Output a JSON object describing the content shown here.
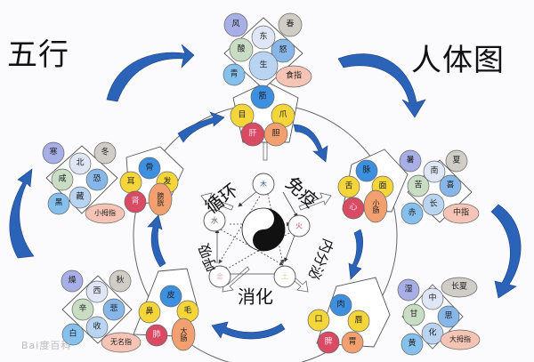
{
  "titles": {
    "left": "五行",
    "right": "人体图"
  },
  "center": {
    "elements": {
      "top": "木",
      "left": "水",
      "right": "火",
      "bottom_left": "金",
      "bottom_right": "土"
    },
    "functions": {
      "top_left": "循环",
      "top_right": "免疫",
      "right": "内分泌",
      "bottom": "消化",
      "left": "呼吸"
    }
  },
  "groups": {
    "wood": {
      "attrs": {
        "wind": "风",
        "direction": "东",
        "season": "春",
        "taste": "酸",
        "emotion": "怒",
        "color": "青",
        "transform": "生",
        "finger": "食指"
      },
      "body": {
        "tendon": "筋",
        "sense": "目",
        "nail": "爪",
        "zang": "肝",
        "fu": "胆"
      }
    },
    "fire": {
      "attrs": {
        "weather": "暑",
        "direction": "南",
        "season": "夏",
        "taste": "苦",
        "emotion": "喜",
        "color": "赤",
        "transform": "长",
        "finger": "中指"
      },
      "body": {
        "tissue": "脉",
        "sense": "舌",
        "face": "面",
        "zang": "心",
        "fu": "小肠"
      }
    },
    "earth": {
      "attrs": {
        "weather": "湿",
        "direction": "中",
        "season": "长夏",
        "taste": "甘",
        "emotion": "思",
        "color": "黄",
        "transform": "化",
        "finger": "大拇指"
      },
      "body": {
        "tissue": "肉",
        "sense": "口",
        "lip": "唇",
        "zang": "脾",
        "fu": "胃"
      }
    },
    "metal": {
      "attrs": {
        "weather": "燥",
        "direction": "西",
        "season": "秋",
        "taste": "辛",
        "emotion": "悲",
        "color": "白",
        "transform": "收",
        "finger": "无名指"
      },
      "body": {
        "tissue": "皮",
        "sense": "鼻",
        "hair": "毛",
        "zang": "肺",
        "fu": "大肠"
      }
    },
    "water": {
      "attrs": {
        "weather": "寒",
        "direction": "北",
        "season": "冬",
        "taste": "咸",
        "emotion": "恐",
        "color": "黑",
        "transform": "藏",
        "finger": "小拇指"
      },
      "body": {
        "tissue": "骨",
        "sense": "耳",
        "hair": "发",
        "zang": "肾",
        "fu": "膀胱"
      }
    }
  },
  "watermark": "Bai度百科",
  "colors": {
    "arrow_blue": "#2a63b8",
    "zang_red": "#d94a63",
    "fu_orange": "#f2a070",
    "sense_yellow": "#f5d63a",
    "tissue_blue": "#3d8fe0",
    "finger_pink": "#f6c4b4"
  }
}
